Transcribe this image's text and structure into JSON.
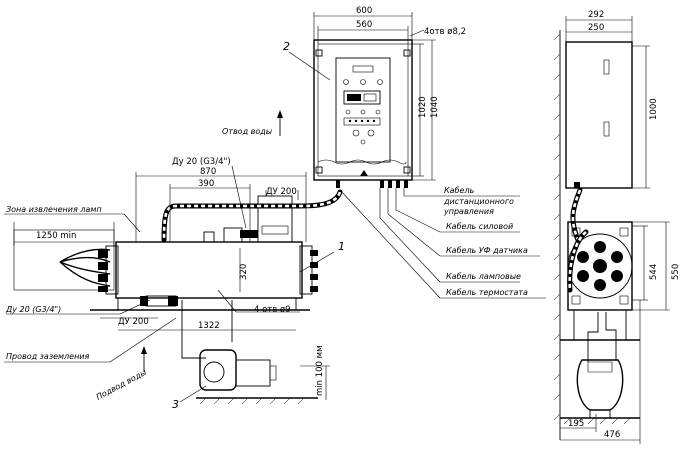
{
  "dimensions": {
    "cabinet_width": "600",
    "cabinet_inner_width": "560",
    "mount_holes": "4отв ø8,2",
    "cabinet_height_inner": "1020",
    "cabinet_height": "1040",
    "side_depth": "292",
    "side_inner_depth": "250",
    "side_height": "1000",
    "pipe_top": "870",
    "pipe_spacing": "390",
    "dn_top": "ДУ 200",
    "nozzle_top": "Ду 20 (G3/4\")",
    "removal_length": "1250 min",
    "nozzle_left": "Ду 20 (G3/4\")",
    "dn_bottom": "ДУ 200",
    "base_length": "1322",
    "base_holes": "4 отв ø9",
    "body_height": "320",
    "min_gap": "min 100 мм",
    "end_height_a": "544",
    "end_height_b": "550",
    "end_offset": "195",
    "end_width": "476"
  },
  "labels": {
    "water_out": "Отвод воды",
    "water_in": "Подвод воды",
    "lamp_zone": "Зона извлечения ламп",
    "ground_wire": "Провод заземления",
    "cable_remote_1": "Кабель",
    "cable_remote_2": "дистанционного",
    "cable_remote_3": "управления",
    "cable_power": "Кабель силовой",
    "cable_uv": "Кабель УФ датчика",
    "cable_lamp": "Кабель ламповые",
    "cable_thermo": "Кабель термостата"
  },
  "callouts": {
    "one": "1",
    "two": "2",
    "three": "3"
  }
}
